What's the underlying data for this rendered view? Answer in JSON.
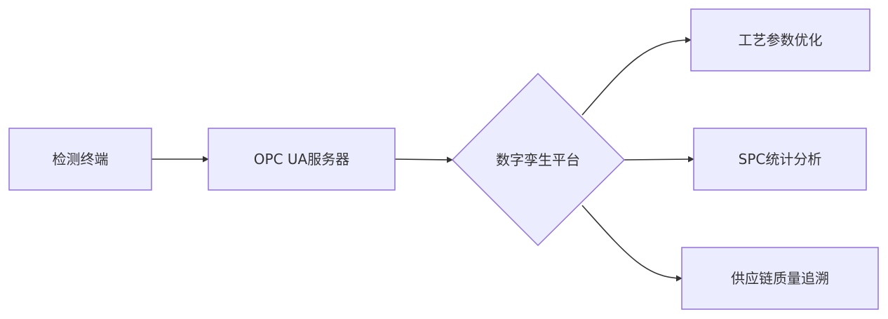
{
  "nodes": {
    "detection_terminal": "检测终端",
    "opc_ua_server": "OPC UA服务器",
    "digital_twin_platform": "数字孪生平台",
    "process_param_optimization": "工艺参数优化",
    "spc_analysis": "SPC统计分析",
    "supply_chain_traceability": "供应链质量追溯"
  },
  "colors": {
    "node_fill": "#ECECFF",
    "node_stroke": "#9370DB",
    "edge": "#333333",
    "text": "#333333"
  }
}
